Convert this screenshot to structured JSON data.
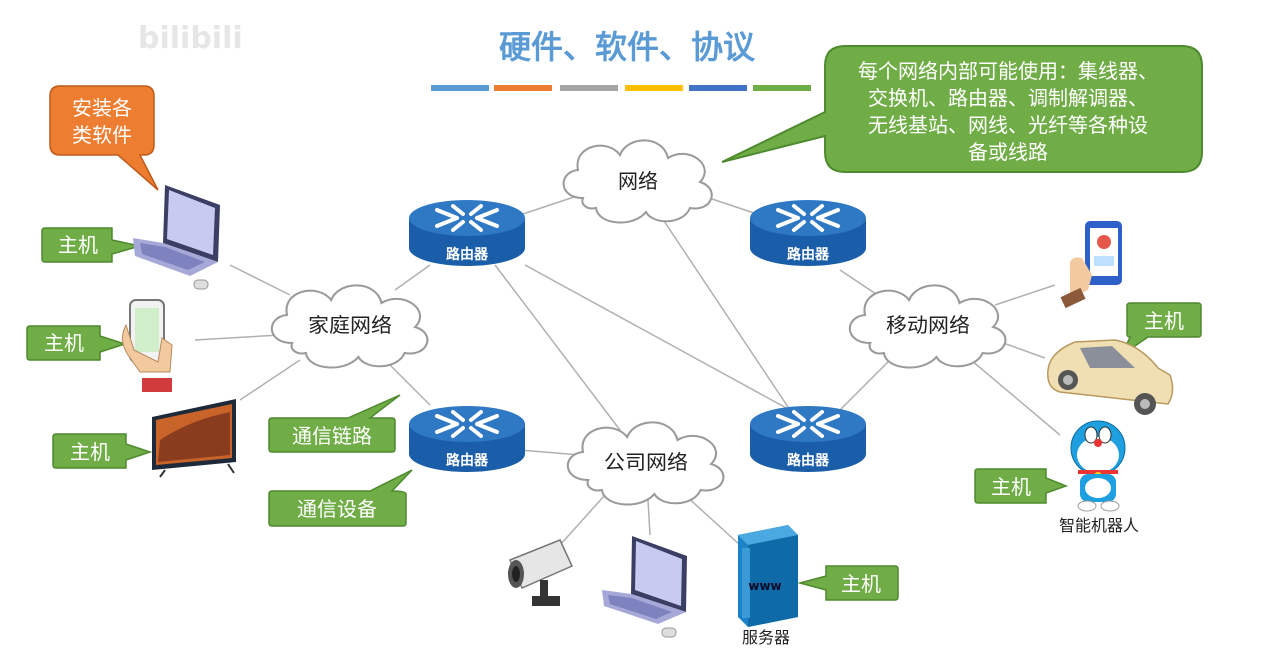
{
  "watermark": "bilibili",
  "title": "硬件、软件、协议",
  "colors": {
    "title": "#5b9bd5",
    "green_box": "#70ad47",
    "green_border": "#4e8a2e",
    "orange_box": "#ed7d31",
    "router_top": "#2f78c4",
    "router_side": "#1a5da8",
    "cloud_fill": "#ffffff",
    "cloud_stroke": "#9a9a9a",
    "link": "#b0b0b0",
    "title_bars": [
      "#5b9bd5",
      "#ed7d31",
      "#a5a5a5",
      "#ffc000",
      "#4472c4",
      "#70ad47"
    ]
  },
  "clouds": {
    "network": "网络",
    "home": "家庭网络",
    "company": "公司网络",
    "mobile": "移动网络"
  },
  "router_label": "路由器",
  "callouts": {
    "network_devices": "每个网络内部可能使用：集线器、交换机、路由器、调制解调器、无线基站、网线、光纤等各种设备或线路",
    "network_devices_lines": [
      "每个网络内部可能使用：集线器、",
      "交换机、路由器、调制解调器、",
      "无线基站、网线、光纤等各种设",
      "备或线路"
    ],
    "install_software_lines": [
      "安装各",
      "类软件"
    ],
    "host": "主机",
    "comm_link": "通信链路",
    "comm_device": "通信设备"
  },
  "labels": {
    "server": "服务器",
    "robot": "智能机器人",
    "www": "www"
  }
}
